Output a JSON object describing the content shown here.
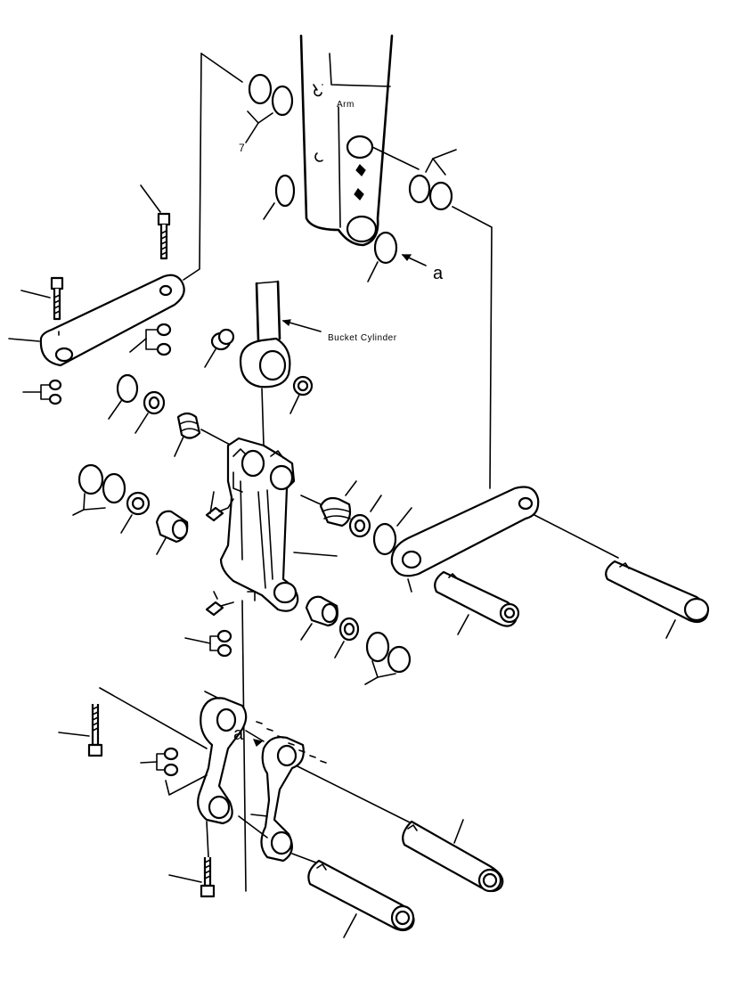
{
  "labels": {
    "arm": "Arm",
    "bucket_cylinder": "Bucket Cylinder",
    "ref_a_top": "a",
    "ref_a_link": "a",
    "part_seven": "7"
  }
}
